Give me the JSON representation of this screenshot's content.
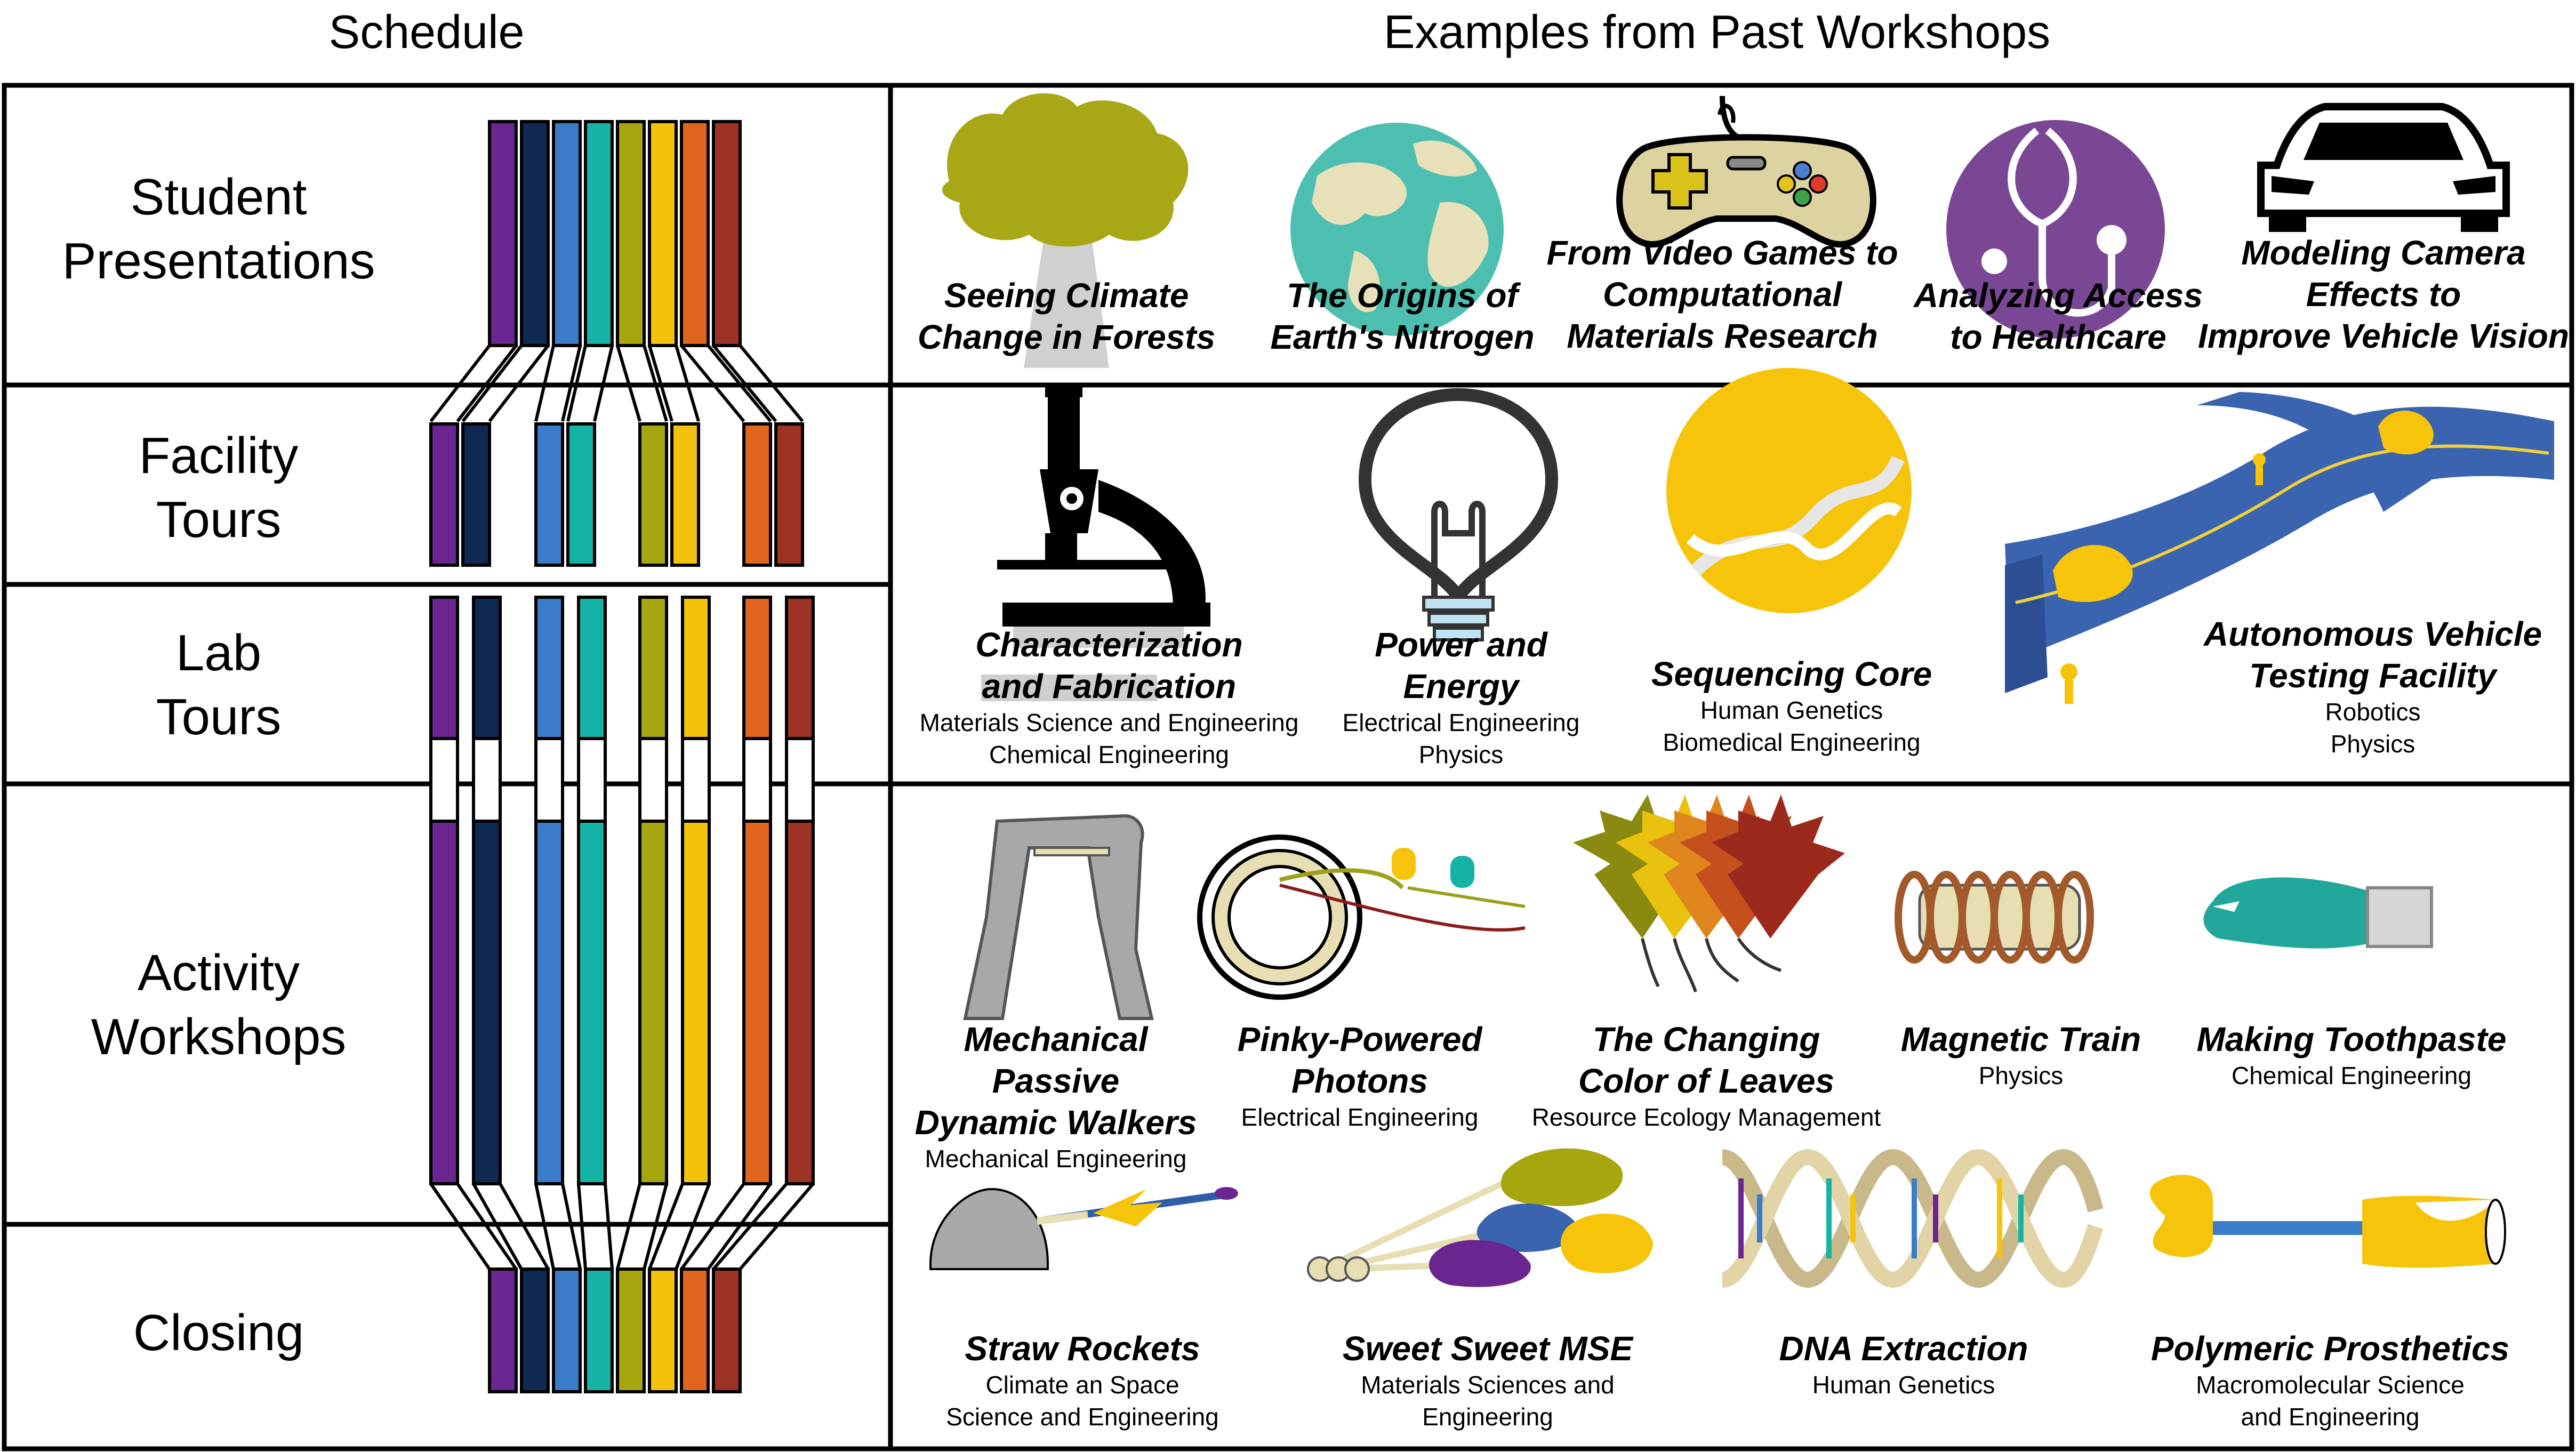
{
  "headers": {
    "schedule": "Schedule",
    "examples": "Examples from Past Workshops"
  },
  "rows": [
    {
      "label": "Student\nPresentations"
    },
    {
      "label": "Facility\nTours"
    },
    {
      "label": "Lab\nTours"
    },
    {
      "label": "Activity\nWorkshops"
    },
    {
      "label": "Closing"
    }
  ],
  "strand_colors": [
    "#6b2590",
    "#0f2a52",
    "#3a7cc9",
    "#15b3a6",
    "#a6a60e",
    "#f3c20d",
    "#e0651e",
    "#9c3324"
  ],
  "presentations": [
    {
      "title": "Seeing Climate\nChange in Forests",
      "icon": "tree-icon"
    },
    {
      "title": "The Origins of\nEarth's Nitrogen",
      "icon": "globe-icon"
    },
    {
      "title": "From Video Games to\nComputational\nMaterials Research",
      "icon": "game-controller-icon"
    },
    {
      "title": "Analyzing Access\nto Healthcare",
      "icon": "stethoscope-icon"
    },
    {
      "title": "Modeling Camera\nEffects to\nImprove Vehicle Vision",
      "icon": "car-icon"
    }
  ],
  "tours": [
    {
      "title": "Characterization\nand Fabrication",
      "sub": "Materials Science and Engineering\nChemical Engineering",
      "icon": "microscope-icon"
    },
    {
      "title": "Power and\nEnergy",
      "sub": "Electrical Engineering\nPhysics",
      "icon": "lightbulb-icon"
    },
    {
      "title": "Sequencing Core",
      "sub": "Human Genetics\nBiomedical Engineering",
      "icon": "dna-circle-icon"
    },
    {
      "title": "Autonomous Vehicle\nTesting Facility",
      "sub": "Robotics\nPhysics",
      "icon": "test-track-icon"
    }
  ],
  "workshops": [
    {
      "title": "Mechanical Passive\nDynamic Walkers",
      "sub": "Mechanical Engineering",
      "icon": "walker-icon"
    },
    {
      "title": "Pinky-Powered\nPhotons",
      "sub": "Electrical Engineering",
      "icon": "piezo-led-icon"
    },
    {
      "title": "The Changing\nColor of Leaves",
      "sub": "Resource Ecology Management",
      "icon": "leaves-icon"
    },
    {
      "title": "Magnetic Train",
      "sub": "Physics",
      "icon": "coil-icon"
    },
    {
      "title": "Making Toothpaste",
      "sub": "Chemical Engineering",
      "icon": "toothpaste-icon"
    },
    {
      "title": "Straw Rockets",
      "sub": "Climate an Space\nScience and Engineering",
      "icon": "straw-rocket-icon"
    },
    {
      "title": "Sweet Sweet MSE",
      "sub": "Materials Sciences and\nEngineering",
      "icon": "rock-candy-icon"
    },
    {
      "title": "DNA Extraction",
      "sub": "Human Genetics",
      "icon": "dna-helix-icon"
    },
    {
      "title": "Polymeric Prosthetics",
      "sub": "Macromolecular Science\nand Engineering",
      "icon": "prosthetic-icon"
    }
  ]
}
